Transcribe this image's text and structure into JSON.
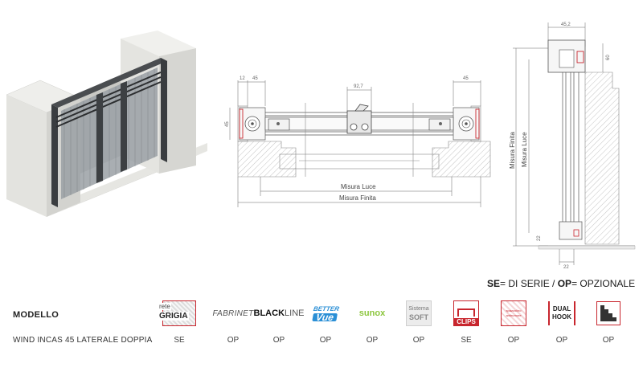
{
  "diagram": {
    "section_view": {
      "dims_top": [
        "12",
        "45",
        "92,7",
        "45"
      ],
      "dim_side": "45",
      "label_luce": "Misura Luce",
      "label_finita": "Misura Finita"
    },
    "vertical_view": {
      "dim_top": "45,2",
      "dim_side": "60",
      "dim_bottom_a": "22",
      "dim_bottom_b": "22",
      "label_finita": "Misura Finita",
      "label_luce": "Misura Luce"
    }
  },
  "legend": {
    "se_key": "SE",
    "se_text": "= DI SERIE / ",
    "op_key": "OP",
    "op_text": "= OPZIONALE"
  },
  "table": {
    "header_label": "MODELLO",
    "row_label": "WIND INCAS 45 LATERALE DOPPIA",
    "options": [
      {
        "icon": "rete-grigia-logo",
        "name_line1": "rete",
        "name_line2": "GRIGIA",
        "value": "SE"
      },
      {
        "icon": "fabrinet-logo",
        "name_line1": "FABRINET",
        "value": "OP"
      },
      {
        "icon": "blackline-logo",
        "name_line1": "BLACK",
        "name_line2": "LINE",
        "value": "OP"
      },
      {
        "icon": "better-vue-logo",
        "name_line1": "BETTER",
        "name_line2": "Vue",
        "value": "OP"
      },
      {
        "icon": "sunox-logo",
        "name_line1": "sunox",
        "value": "OP"
      },
      {
        "icon": "sistema-soft-logo",
        "name_line1": "Sistema",
        "name_line2": "SOFT",
        "value": "OP"
      },
      {
        "icon": "clips-logo",
        "name_line1": "CLIPS",
        "value": "SE"
      },
      {
        "icon": "spazzolino-logo",
        "name_line1": "spazzolino",
        "name_line2": "antirumore",
        "value": "OP"
      },
      {
        "icon": "dual-hook-logo",
        "name_line1": "DUAL",
        "name_line2": "HOOK",
        "value": "OP"
      },
      {
        "icon": "stair-pattern-logo",
        "value": "OP"
      }
    ]
  },
  "colors": {
    "red_accent": "#c8262e",
    "line_gray": "#777777",
    "wall_gray": "#d9d9d6",
    "frame_dark": "#3a3d40",
    "sunox_green": "#8dc63f",
    "better_vue_blue": "#2a8fd6"
  }
}
